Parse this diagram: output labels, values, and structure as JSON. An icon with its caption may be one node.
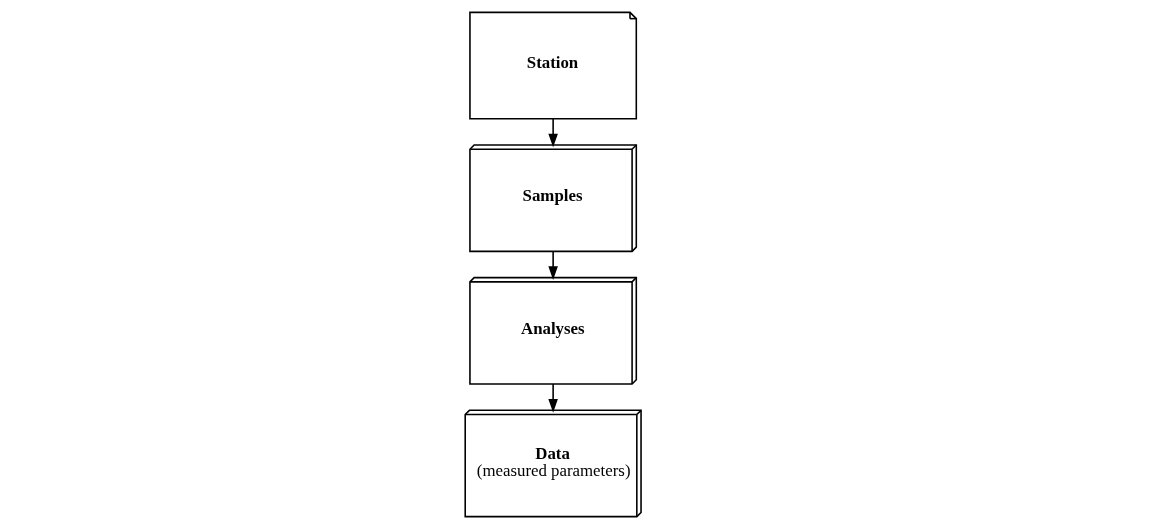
{
  "diagram": {
    "nodes": [
      {
        "text": [
          "Station"
        ]
      },
      {
        "text": [
          "Samples"
        ]
      },
      {
        "text": [
          "Analyses"
        ]
      },
      {
        "text": [
          "Data",
          "(measured parameters)"
        ]
      }
    ],
    "edges": [
      {
        "from": 0,
        "to": 1,
        "arrow": "to"
      },
      {
        "from": 1,
        "to": 2,
        "arrow": "to"
      },
      {
        "from": 2,
        "to": 3,
        "arrow": "to"
      }
    ]
  }
}
